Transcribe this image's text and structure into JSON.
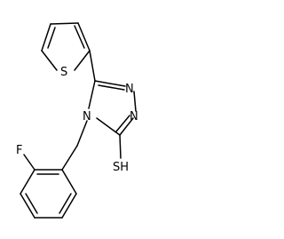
{
  "molecule": {
    "atoms": {
      "thiophene_sulfur": "S",
      "triazole_n1": "N",
      "triazole_n2": "N",
      "triazole_n4": "N",
      "thiol": "SH",
      "fluorine": "F"
    }
  },
  "colors": {
    "bond": "#000000",
    "label": "#000000",
    "background": "#ffffff"
  }
}
